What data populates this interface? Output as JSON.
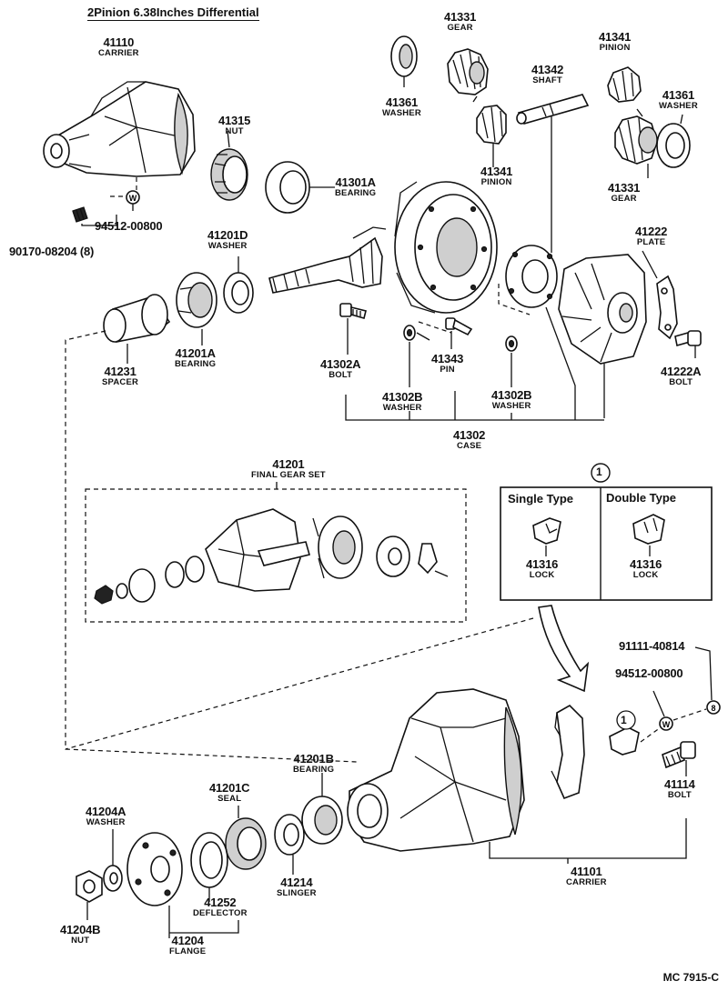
{
  "header": {
    "title": "2Pinion 6.38Inches Differential",
    "code": "MC 7915-C"
  },
  "parts": {
    "p41110": {
      "number": "41110",
      "name": "CARRIER"
    },
    "p41331a": {
      "number": "41331",
      "name": "GEAR"
    },
    "p41361a": {
      "number": "41361",
      "name": "WASHER"
    },
    "p41342": {
      "number": "41342",
      "name": "SHAFT"
    },
    "p41341a": {
      "number": "41341",
      "name": "PINION"
    },
    "p41341b": {
      "number": "41341",
      "name": "PINION"
    },
    "p41361b": {
      "number": "41361",
      "name": "WASHER"
    },
    "p41331b": {
      "number": "41331",
      "name": "GEAR"
    },
    "p41315": {
      "number": "41315",
      "name": "NUT"
    },
    "p41301A": {
      "number": "41301A",
      "name": "BEARING"
    },
    "p94512a": {
      "number": "94512-00800",
      "name": ""
    },
    "p90170": {
      "number": "90170-08204 (8)",
      "name": ""
    },
    "p41201D": {
      "number": "41201D",
      "name": "WASHER"
    },
    "p41222": {
      "number": "41222",
      "name": "PLATE"
    },
    "p41231": {
      "number": "41231",
      "name": "SPACER"
    },
    "p41201A": {
      "number": "41201A",
      "name": "BEARING"
    },
    "p41302A": {
      "number": "41302A",
      "name": "BOLT"
    },
    "p41343": {
      "number": "41343",
      "name": "PIN"
    },
    "p41302Ba": {
      "number": "41302B",
      "name": "WASHER"
    },
    "p41302Bb": {
      "number": "41302B",
      "name": "WASHER"
    },
    "p41222A": {
      "number": "41222A",
      "name": "BOLT"
    },
    "p41302": {
      "number": "41302",
      "name": "CASE"
    },
    "p41201": {
      "number": "41201",
      "name": "FINAL GEAR SET"
    },
    "p41316a": {
      "number": "41316",
      "name": "LOCK"
    },
    "p41316b": {
      "number": "41316",
      "name": "LOCK"
    },
    "p91111": {
      "number": "91111-40814",
      "name": ""
    },
    "p94512b": {
      "number": "94512-00800",
      "name": ""
    },
    "p41201B": {
      "number": "41201B",
      "name": "BEARING"
    },
    "p41201C": {
      "number": "41201C",
      "name": "SEAL"
    },
    "p41204A": {
      "number": "41204A",
      "name": "WASHER"
    },
    "p41214": {
      "number": "41214",
      "name": "SLINGER"
    },
    "p41114": {
      "number": "41114",
      "name": "BOLT"
    },
    "p41252": {
      "number": "41252",
      "name": "DEFLECTOR"
    },
    "p41101": {
      "number": "41101",
      "name": "CARRIER"
    },
    "p41204B": {
      "number": "41204B",
      "name": "NUT"
    },
    "p41204": {
      "number": "41204",
      "name": "FLANGE"
    }
  },
  "lock_box": {
    "marker": "1",
    "single_type": "Single Type",
    "double_type": "Double Type"
  },
  "callouts": {
    "marker_1": "1",
    "w_marker": "W",
    "n8_marker": "8"
  }
}
